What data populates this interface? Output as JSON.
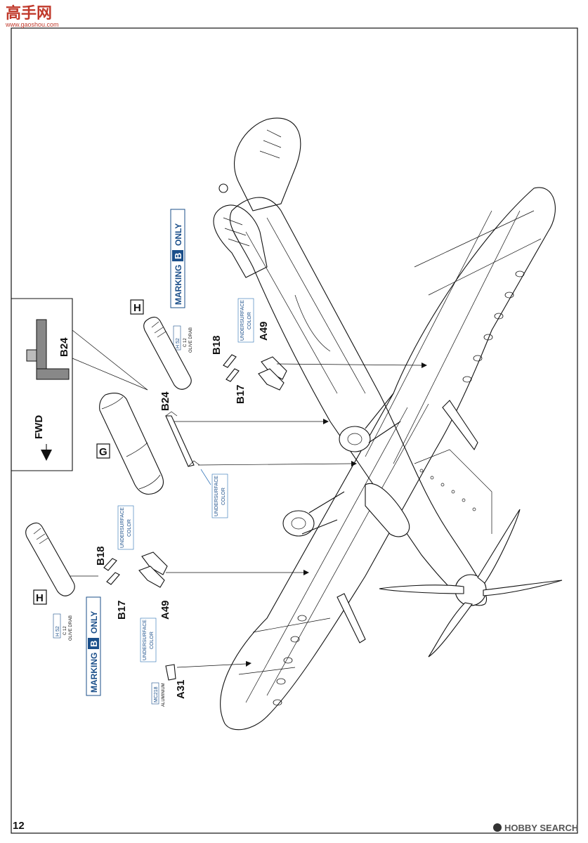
{
  "watermark": {
    "top_left": "高手网",
    "top_left_url": "www.gaoshou.com",
    "bottom_right": "HOBBY SEARCH"
  },
  "page_number": "12",
  "inset": {
    "part": "B24",
    "direction": "FWD"
  },
  "upper_group": {
    "marking_prefix": "MARKING",
    "marking_letter": "B",
    "marking_suffix": "ONLY",
    "step_letter": "H",
    "colors": [
      "H 52",
      "C 12",
      "OLIVE DRAB"
    ],
    "underside": [
      "UNDERSURFACE",
      "COLOR"
    ],
    "parts": [
      "B18",
      "A49",
      "B17",
      "B24"
    ]
  },
  "middle_group": {
    "step_letter": "G",
    "underside": [
      "UNDERSURFACE",
      "COLOR"
    ]
  },
  "lower_group": {
    "marking_prefix": "MARKING",
    "marking_letter": "B",
    "marking_suffix": "ONLY",
    "step_letter": "H",
    "colors": [
      "H 52",
      "C 12",
      "OLIVE DRAB"
    ],
    "underside": [
      "UNDERSURFACE",
      "COLOR"
    ],
    "underside2": [
      "UNDERSURFACE",
      "COLOR"
    ],
    "parts": [
      "B18",
      "B17",
      "A49",
      "A31"
    ],
    "metal": [
      "MC218",
      "ALUMINIUM"
    ]
  }
}
